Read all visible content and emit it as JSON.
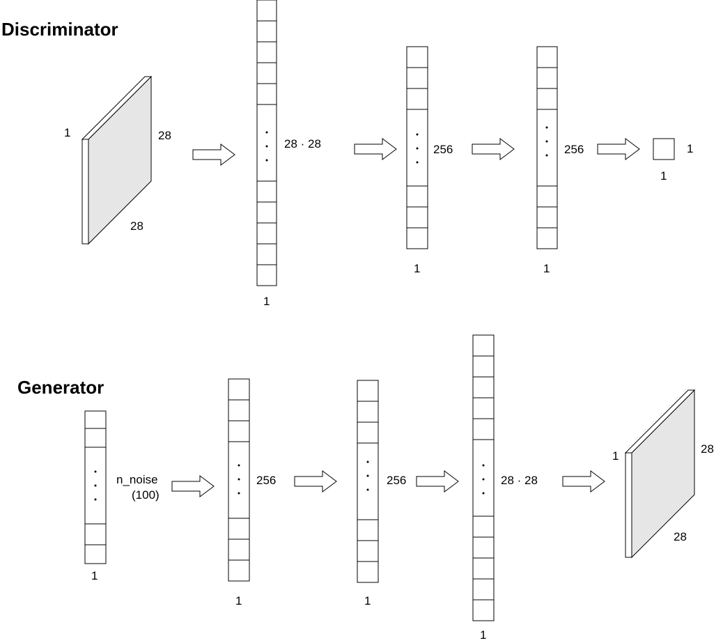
{
  "discriminator": {
    "title": "Discriminator",
    "input_image": {
      "depth_label": "1",
      "height_label": "28",
      "width_label": "28"
    },
    "layers": [
      {
        "size_label": "28 · 28",
        "width_label": "1"
      },
      {
        "size_label": "256",
        "width_label": "1"
      },
      {
        "size_label": "256",
        "width_label": "1"
      }
    ],
    "output": {
      "size_label": "1",
      "width_label": "1"
    }
  },
  "generator": {
    "title": "Generator",
    "noise": {
      "size_label_line1": "n_noise",
      "size_label_line2": "(100)",
      "width_label": "1"
    },
    "layers": [
      {
        "size_label": "256",
        "width_label": "1"
      },
      {
        "size_label": "256",
        "width_label": "1"
      },
      {
        "size_label": "28 · 28",
        "width_label": "1"
      }
    ],
    "output_image": {
      "depth_label": "1",
      "height_label": "28",
      "width_label": "28"
    }
  }
}
